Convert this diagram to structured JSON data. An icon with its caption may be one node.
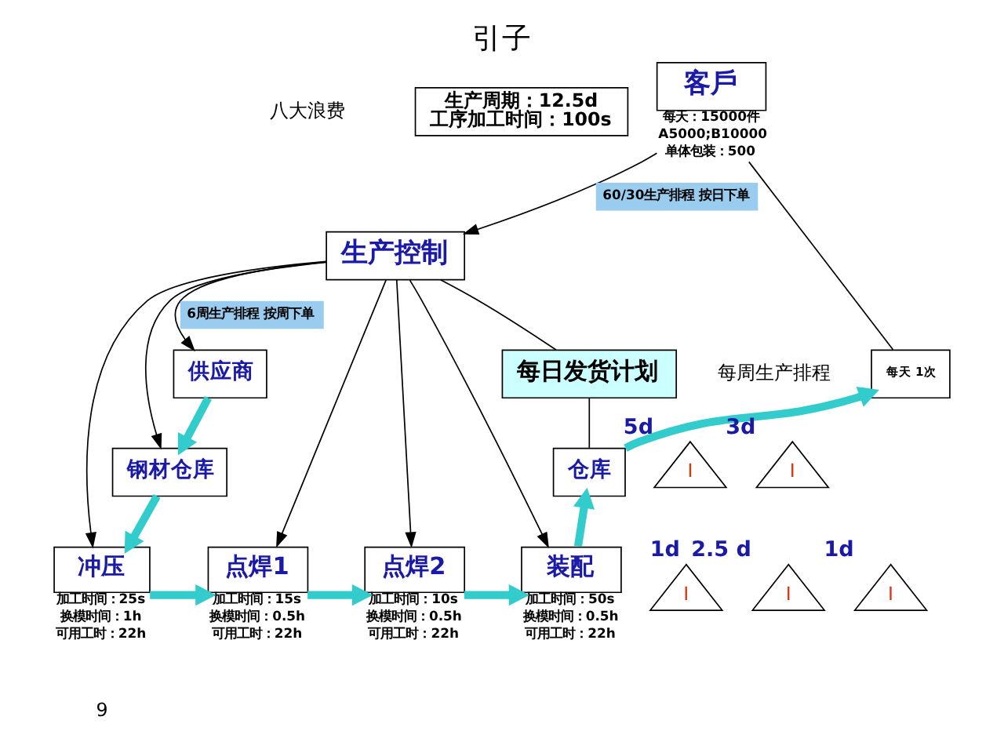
{
  "diagram": {
    "title": "引子",
    "nodes": [
      {
        "text": [
          "生产周期：12.5d",
          "工序加工时间：100s"
        ]
      },
      {
        "text": [
          "客戶"
        ],
        "beside": [
          "每天：15000件",
          "A5000;B10000",
          "单体包装：500"
        ]
      },
      {
        "text": [
          "生产控制"
        ]
      },
      {
        "text": [
          "供应商"
        ]
      },
      {
        "text": [
          "每日发货计划"
        ]
      },
      {
        "text": [
          "每天 1次"
        ]
      },
      {
        "text": [
          "钢材仓库"
        ]
      },
      {
        "text": [
          "I"
        ],
        "beside": [
          "5d"
        ]
      },
      {
        "text": [
          "冲压"
        ],
        "beside": [
          "加工时间：25s",
          "换模时间：1h",
          "可用工时：22h"
        ]
      },
      {
        "text": [
          "I"
        ],
        "beside": [
          "1d"
        ]
      },
      {
        "text": [
          "点焊1"
        ],
        "beside": [
          "加工时间：15s",
          "换模时间：0.5h",
          "可用工时：22h"
        ]
      },
      {
        "text": [
          "I"
        ],
        "beside": [
          "2.5 d"
        ]
      },
      {
        "text": [
          "点焊2"
        ],
        "beside": [
          "加工时间：10s",
          "换模时间：0.5h",
          "可用工时：22h"
        ]
      },
      {
        "text": [
          "I"
        ],
        "beside": [
          "1d"
        ]
      },
      {
        "text": [
          "装配"
        ],
        "beside": [
          "加工时间：50s",
          "换模时间：0.5h",
          "可用工时：22h"
        ]
      },
      {
        "text": [
          "仓库"
        ]
      },
      {
        "text": [
          "I"
        ],
        "beside": [
          "3d"
        ]
      }
    ],
    "edges": [
      {
        "from": 1,
        "to": 2,
        "arrow": "to",
        "label": "60/30生产排程 按日下单"
      },
      {
        "from": 2,
        "to": 3,
        "arrow": "to",
        "label": "6周生产排程 按周下单"
      },
      {
        "from": 2,
        "to": 6,
        "arrow": "to"
      },
      {
        "from": 2,
        "to": 8,
        "arrow": "to"
      },
      {
        "from": 2,
        "to": 10,
        "arrow": "to"
      },
      {
        "from": 2,
        "to": 12,
        "arrow": "to"
      },
      {
        "from": 2,
        "to": 14,
        "arrow": "to"
      },
      {
        "from": 2,
        "to": 4,
        "arrow": "none"
      },
      {
        "from": 4,
        "to": 15,
        "arrow": "none"
      },
      {
        "from": 3,
        "to": 6,
        "arrow": "to",
        "style": "thick",
        "color": "#33cccc"
      },
      {
        "from": 6,
        "to": 8,
        "arrow": "to",
        "style": "thick",
        "color": "#33cccc"
      },
      {
        "from": 8,
        "to": 10,
        "arrow": "to",
        "style": "thick",
        "color": "#33cccc"
      },
      {
        "from": 10,
        "to": 12,
        "arrow": "to",
        "style": "thick",
        "color": "#33cccc"
      },
      {
        "from": 12,
        "to": 14,
        "arrow": "to",
        "style": "thick",
        "color": "#33cccc"
      },
      {
        "from": 14,
        "to": 15,
        "arrow": "to",
        "style": "thick",
        "color": "#33cccc"
      },
      {
        "from": 15,
        "to": 5,
        "arrow": "to",
        "style": "thick",
        "color": "#33cccc"
      },
      {
        "from": 5,
        "to": 1,
        "arrow": "none"
      }
    ],
    "labels": [
      "八大浪费",
      "每周生产排程",
      "9"
    ]
  }
}
